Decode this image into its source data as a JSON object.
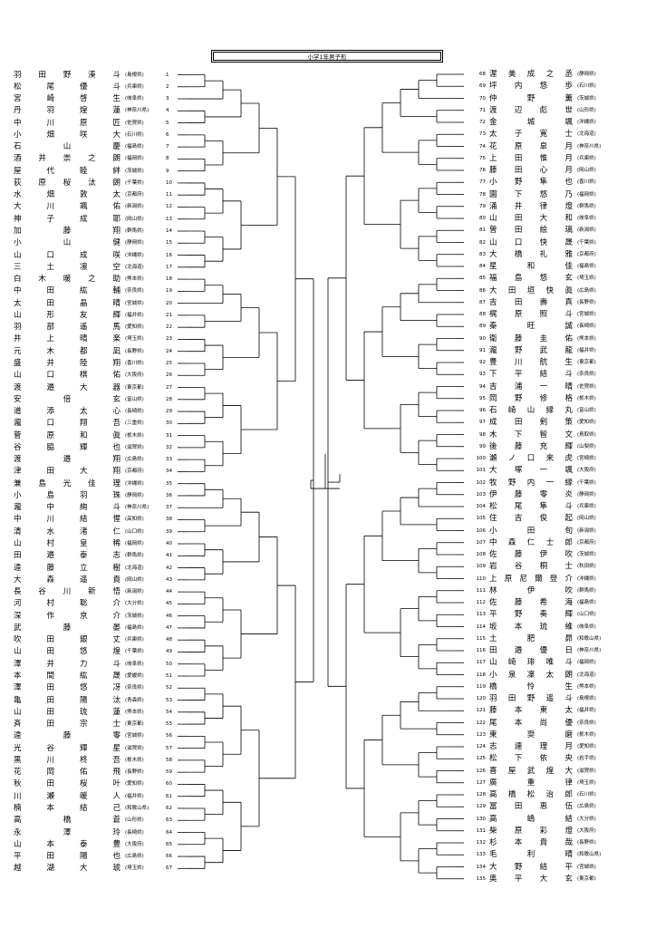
{
  "title": "小学1年男子形",
  "left_entries": [
    {
      "no": "1",
      "name": "羽田野湊斗",
      "pref": "(島根県)"
    },
    {
      "no": "2",
      "name": "松尾優斗",
      "pref": "(兵庫県)"
    },
    {
      "no": "3",
      "name": "宮崎啓生",
      "pref": "(岐阜県)"
    },
    {
      "no": "4",
      "name": "丹羽煌蓮",
      "pref": "(神奈川県)"
    },
    {
      "no": "5",
      "name": "中川原匠",
      "pref": "(佐賀県)"
    },
    {
      "no": "6",
      "name": "小畑咲大",
      "pref": "(石川県)"
    },
    {
      "no": "7",
      "name": "石山慶",
      "pref": "(福島県)"
    },
    {
      "no": "8",
      "name": "酒井崇之朗",
      "pref": "(福岡県)"
    },
    {
      "no": "9",
      "name": "屋代睦絆",
      "pref": "(茨城県)"
    },
    {
      "no": "10",
      "name": "荻原桜汰朗",
      "pref": "(千葉県)"
    },
    {
      "no": "11",
      "name": "水畑敦太",
      "pref": "(京都府)"
    },
    {
      "no": "12",
      "name": "大川颯佑",
      "pref": "(新潟県)"
    },
    {
      "no": "13",
      "name": "神子成耶",
      "pref": "(岡山県)"
    },
    {
      "no": "14",
      "name": "加藤翔",
      "pref": "(群馬県)"
    },
    {
      "no": "15",
      "name": "小山健",
      "pref": "(静岡県)"
    },
    {
      "no": "16",
      "name": "山口成咲",
      "pref": "(沖縄県)"
    },
    {
      "no": "17",
      "name": "三土凛空",
      "pref": "(北海道)"
    },
    {
      "no": "18",
      "name": "白木暖之助",
      "pref": "(熊本県)"
    },
    {
      "no": "19",
      "name": "中田紘輔",
      "pref": "(奈良県)"
    },
    {
      "no": "20",
      "name": "太田晶晴",
      "pref": "(宮城県)"
    },
    {
      "no": "21",
      "name": "山形友輝",
      "pref": "(福井県)"
    },
    {
      "no": "22",
      "name": "羽部遙馬",
      "pref": "(愛知県)"
    },
    {
      "no": "23",
      "name": "井上晴楽",
      "pref": "(埼玉県)"
    },
    {
      "no": "24",
      "name": "元木都凪",
      "pref": "(長野県)"
    },
    {
      "no": "25",
      "name": "盛井陸翔",
      "pref": "(香川県)"
    },
    {
      "no": "26",
      "name": "山口棋佑",
      "pref": "(大阪府)"
    },
    {
      "no": "27",
      "name": "渡邉大器",
      "pref": "(東京都)"
    },
    {
      "no": "28",
      "name": "安倍玄",
      "pref": "(富山県)"
    },
    {
      "no": "29",
      "name": "道添太心",
      "pref": "(長崎県)"
    },
    {
      "no": "30",
      "name": "瀧口翔吾",
      "pref": "(三重県)"
    },
    {
      "no": "31",
      "name": "菅原和眞",
      "pref": "(栃木県)"
    },
    {
      "no": "32",
      "name": "谷脇輝也",
      "pref": "(滋賀県)"
    },
    {
      "no": "33",
      "name": "渡邉翔",
      "pref": "(広島県)"
    },
    {
      "no": "34",
      "name": "津田大翔",
      "pref": "(京都府)"
    },
    {
      "no": "35",
      "name": "兼島光佳理",
      "pref": "(沖縄県)"
    },
    {
      "no": "36",
      "name": "小島羽珠",
      "pref": "(静岡県)"
    },
    {
      "no": "37",
      "name": "瀧中絢斗",
      "pref": "(神奈川県)"
    },
    {
      "no": "38",
      "name": "中川結惺",
      "pref": "(高知県)"
    },
    {
      "no": "39",
      "name": "清水渚仁",
      "pref": "(山口県)"
    },
    {
      "no": "40",
      "name": "山村皇稀",
      "pref": "(福岡県)"
    },
    {
      "no": "41",
      "name": "田邉泰志",
      "pref": "(群馬県)"
    },
    {
      "no": "42",
      "name": "遠藤立樹",
      "pref": "(北海道)"
    },
    {
      "no": "43",
      "name": "大森遥貴",
      "pref": "(岡山県)"
    },
    {
      "no": "44",
      "name": "長谷川新悟",
      "pref": "(新潟県)"
    },
    {
      "no": "45",
      "name": "河村聡介",
      "pref": "(大分県)"
    },
    {
      "no": "46",
      "name": "深作京介",
      "pref": "(茨城県)"
    },
    {
      "no": "47",
      "name": "武藤晏",
      "pref": "(福島県)"
    },
    {
      "no": "48",
      "name": "吹田銀丈",
      "pref": "(兵庫県)"
    },
    {
      "no": "49",
      "name": "山田悠煌",
      "pref": "(千葉県)"
    },
    {
      "no": "50",
      "name": "澤井力斗",
      "pref": "(岐阜県)"
    },
    {
      "no": "51",
      "name": "本間紘晟",
      "pref": "(愛媛県)"
    },
    {
      "no": "52",
      "name": "澤田悠冴",
      "pref": "(奈良県)"
    },
    {
      "no": "53",
      "name": "亀田陽汰",
      "pref": "(青森県)"
    },
    {
      "no": "54",
      "name": "山田琉蓮",
      "pref": "(熊本県)"
    },
    {
      "no": "55",
      "name": "斉田宗士",
      "pref": "(東京都)"
    },
    {
      "no": "56",
      "name": "遠藤零",
      "pref": "(宮城県)"
    },
    {
      "no": "57",
      "name": "光谷輝星",
      "pref": "(滋賀県)"
    },
    {
      "no": "58",
      "name": "黒川柊吾",
      "pref": "(栃木県)"
    },
    {
      "no": "59",
      "name": "花岡佑飛",
      "pref": "(長野県)"
    },
    {
      "no": "60",
      "name": "秋田桜叶",
      "pref": "(愛知県)"
    },
    {
      "no": "61",
      "name": "川瀬暖人",
      "pref": "(福井県)"
    },
    {
      "no": "62",
      "name": "楠本結己",
      "pref": "(和歌山県)"
    },
    {
      "no": "63",
      "name": "高橋蒼",
      "pref": "(山形県)"
    },
    {
      "no": "64",
      "name": "永澤玲",
      "pref": "(長崎県)"
    },
    {
      "no": "65",
      "name": "山本泰豊",
      "pref": "(大阪府)"
    },
    {
      "no": "66",
      "name": "平田陽也",
      "pref": "(広島県)"
    },
    {
      "no": "67",
      "name": "越湖大琥",
      "pref": "(埼玉県)"
    }
  ],
  "right_entries": [
    {
      "no": "68",
      "name": "渥美成之丞",
      "pref": "(静岡県)"
    },
    {
      "no": "69",
      "name": "坪内悠歩",
      "pref": "(石川県)"
    },
    {
      "no": "70",
      "name": "仲野薫",
      "pref": "(茨城県)"
    },
    {
      "no": "71",
      "name": "渡辺彪世",
      "pref": "(山形県)"
    },
    {
      "no": "72",
      "name": "金城颯",
      "pref": "(沖縄県)"
    },
    {
      "no": "73",
      "name": "太子寛士",
      "pref": "(北海道)"
    },
    {
      "no": "74",
      "name": "花原皐月",
      "pref": "(神奈川県)"
    },
    {
      "no": "75",
      "name": "上田惟月",
      "pref": "(兵庫県)"
    },
    {
      "no": "76",
      "name": "藤田心月",
      "pref": "(岡山県)"
    },
    {
      "no": "77",
      "name": "小野隼也",
      "pref": "(香川県)"
    },
    {
      "no": "78",
      "name": "園下悠乃",
      "pref": "(福岡県)"
    },
    {
      "no": "79",
      "name": "涌井律燈",
      "pref": "(群馬県)"
    },
    {
      "no": "80",
      "name": "山田大和",
      "pref": "(岐阜県)"
    },
    {
      "no": "81",
      "name": "曽田絵璃",
      "pref": "(新潟県)"
    },
    {
      "no": "82",
      "name": "山口快晟",
      "pref": "(千葉県)"
    },
    {
      "no": "83",
      "name": "大橋礼雅",
      "pref": "(京都府)"
    },
    {
      "no": "84",
      "name": "星和佳",
      "pref": "(福島県)"
    },
    {
      "no": "85",
      "name": "福島悠玄",
      "pref": "(埼玉県)"
    },
    {
      "no": "86",
      "name": "大田垣快眞",
      "pref": "(広島県)"
    },
    {
      "no": "87",
      "name": "吉田壽真",
      "pref": "(長野県)"
    },
    {
      "no": "88",
      "name": "梶原照斗",
      "pref": "(宮城県)"
    },
    {
      "no": "89",
      "name": "秦旺誠",
      "pref": "(長崎県)"
    },
    {
      "no": "90",
      "name": "衛藤圭佑",
      "pref": "(熊本県)"
    },
    {
      "no": "91",
      "name": "瀧野武龍",
      "pref": "(福井県)"
    },
    {
      "no": "92",
      "name": "豊川航生",
      "pref": "(東京都)"
    },
    {
      "no": "93",
      "name": "下平結斗",
      "pref": "(奈良県)"
    },
    {
      "no": "94",
      "name": "吉浦一晴",
      "pref": "(佐賀県)"
    },
    {
      "no": "95",
      "name": "岡野修格",
      "pref": "(栃木県)"
    },
    {
      "no": "96",
      "name": "石崎山縁丸",
      "pref": "(富山県)"
    },
    {
      "no": "97",
      "name": "成田剣策",
      "pref": "(愛知県)"
    },
    {
      "no": "98",
      "name": "木下智文",
      "pref": "(鳥取県)"
    },
    {
      "no": "99",
      "name": "後藤充輝",
      "pref": "(山梨県)"
    },
    {
      "no": "100",
      "name": "瀬ノ口来虎",
      "pref": "(宮崎県)"
    },
    {
      "no": "101",
      "name": "大塚一颯",
      "pref": "(大阪府)"
    },
    {
      "no": "102",
      "name": "牧野内一縁",
      "pref": "(千葉県)"
    },
    {
      "no": "103",
      "name": "伊藤零炎",
      "pref": "(静岡県)"
    },
    {
      "no": "104",
      "name": "松尾隼斗",
      "pref": "(兵庫県)"
    },
    {
      "no": "105",
      "name": "住吉俊起",
      "pref": "(岡山県)"
    },
    {
      "no": "106",
      "name": "小田旬",
      "pref": "(新潟県)"
    },
    {
      "no": "107",
      "name": "中森仁士郎",
      "pref": "(京都府)"
    },
    {
      "no": "108",
      "name": "佐藤伊吹",
      "pref": "(茨城県)"
    },
    {
      "no": "109",
      "name": "岩谷桐士",
      "pref": "(秋田県)"
    },
    {
      "no": "110",
      "name": "上原尼爾登介",
      "pref": "(沖縄県)"
    },
    {
      "no": "111",
      "name": "林伊吹",
      "pref": "(群馬県)"
    },
    {
      "no": "112",
      "name": "佐藤希海",
      "pref": "(福島県)"
    },
    {
      "no": "113",
      "name": "平野奏輝",
      "pref": "(山口県)"
    },
    {
      "no": "114",
      "name": "坂本琉維",
      "pref": "(岐阜県)"
    },
    {
      "no": "115",
      "name": "土肥昴",
      "pref": "(和歌山県)"
    },
    {
      "no": "116",
      "name": "田邉優日",
      "pref": "(神奈川県)"
    },
    {
      "no": "117",
      "name": "山崎琲唯斗",
      "pref": "(福岡県)"
    },
    {
      "no": "118",
      "name": "小泉凜太朗",
      "pref": "(北海道)"
    },
    {
      "no": "119",
      "name": "橋怜生",
      "pref": "(熊本県)"
    },
    {
      "no": "120",
      "name": "羽田野遥斗",
      "pref": "(島根県)"
    },
    {
      "no": "121",
      "name": "藤本東太",
      "pref": "(福井県)"
    },
    {
      "no": "122",
      "name": "尾本尚優",
      "pref": "(奈良県)"
    },
    {
      "no": "123",
      "name": "東奨磨",
      "pref": "(栃木県)"
    },
    {
      "no": "124",
      "name": "志連理月",
      "pref": "(愛知県)"
    },
    {
      "no": "125",
      "name": "松下依央",
      "pref": "(岩手県)"
    },
    {
      "no": "126",
      "name": "喜屋武煌大",
      "pref": "(滋賀県)"
    },
    {
      "no": "127",
      "name": "廣重律",
      "pref": "(埼玉県)"
    },
    {
      "no": "128",
      "name": "高橋松治郎",
      "pref": "(石川県)"
    },
    {
      "no": "129",
      "name": "冨田恵伍",
      "pref": "(広島県)"
    },
    {
      "no": "130",
      "name": "高嶋結",
      "pref": "(大分県)"
    },
    {
      "no": "131",
      "name": "柴原彩燈",
      "pref": "(大阪府)"
    },
    {
      "no": "132",
      "name": "杉本貴哉",
      "pref": "(長野県)"
    },
    {
      "no": "133",
      "name": "毛利晴",
      "pref": "(和歌山県)"
    },
    {
      "no": "134",
      "name": "大野結平",
      "pref": "(宮城県)"
    },
    {
      "no": "135",
      "name": "奥平大玄",
      "pref": "(東京都)"
    }
  ]
}
